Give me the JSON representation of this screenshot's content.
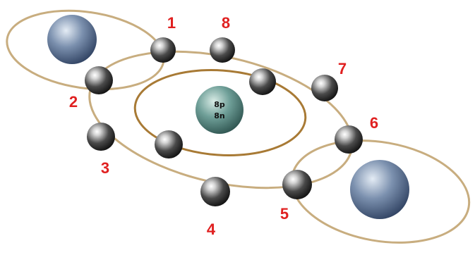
{
  "nucleus": {
    "protons": "8p",
    "neutrons": "8n"
  },
  "electron_labels": [
    "1",
    "2",
    "3",
    "4",
    "5",
    "6",
    "7",
    "8"
  ],
  "colors": {
    "label": "#e02020",
    "ring": "#c8ad7f",
    "inner_ring": "#a87a35",
    "nucleus": "#6f9f98",
    "atom": "#7b90ae",
    "electron": "#2a2a2a"
  }
}
